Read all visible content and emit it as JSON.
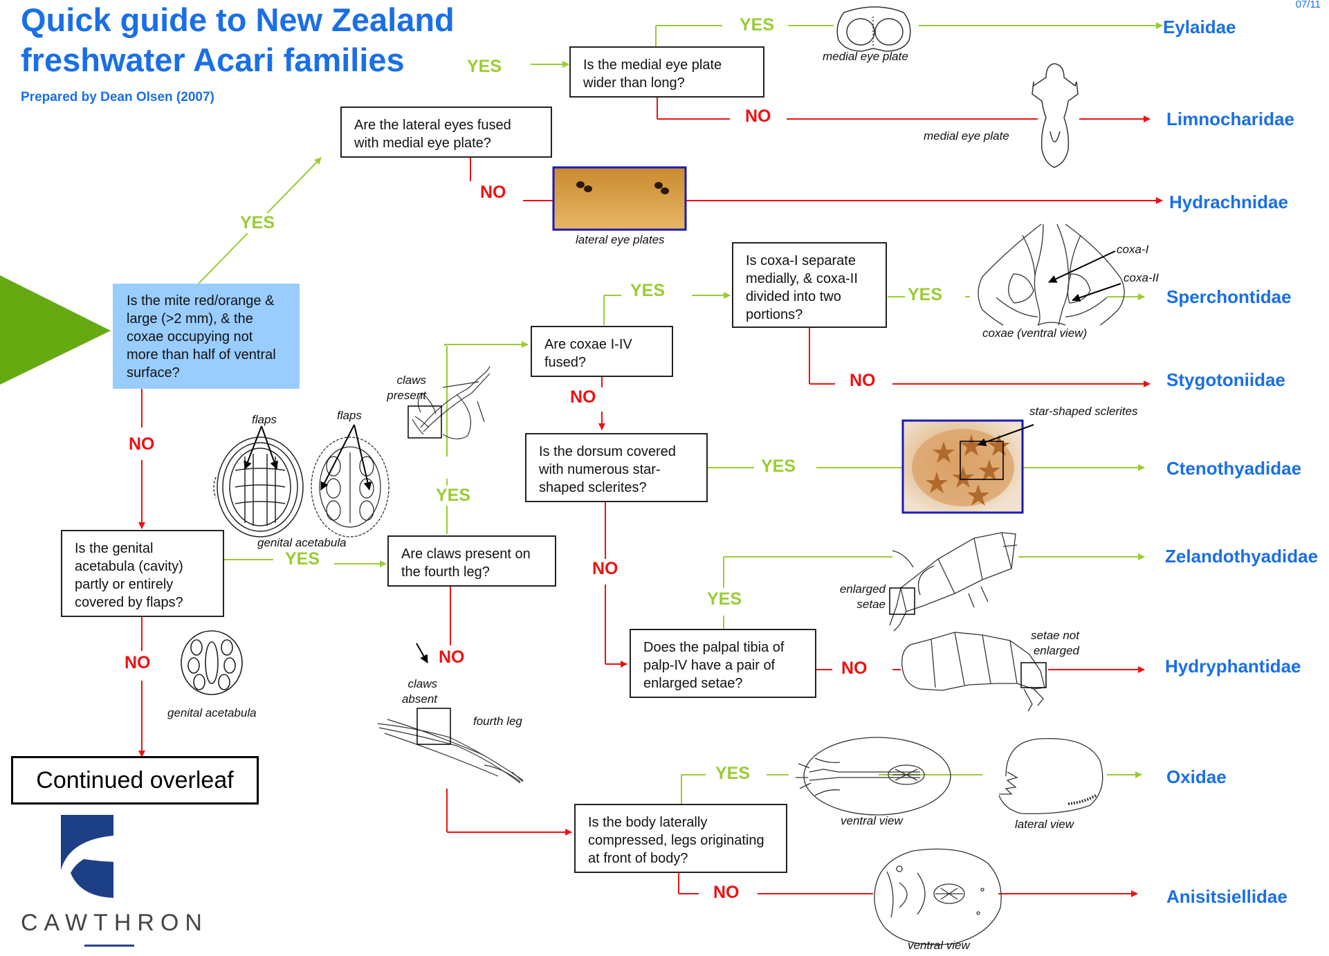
{
  "title_line1": "Quick guide to New Zealand",
  "title_line2": "freshwater Acari families",
  "subtitle": "Prepared by Dean Olsen (2007)",
  "page_number": "07/11",
  "colors": {
    "blue": "#1a6fe6",
    "yes": "#99cc33",
    "no": "#ee1111",
    "start_box": "#99ccff",
    "start_arrow": "#66aa11"
  },
  "questions": {
    "q_start": "Is the mite red/orange & large (>2 mm), & the coxae occupying not more than half of ventral surface?",
    "q_lateral_eyes": "Are the lateral eyes fused with medial eye plate?",
    "q_medial_plate": "Is the medial eye plate wider than long?",
    "q_coxa_separate": "Is coxa-I separate medially, & coxa-II divided into two portions?",
    "q_coxae_fused": "Are coxae I-IV fused?",
    "q_dorsum": "Is the dorsum covered with numerous star-shaped sclerites?",
    "q_genital": "Is the genital acetabula (cavity) partly or entirely covered by flaps?",
    "q_claws": "Are claws present on the fourth leg?",
    "q_palpal": "Does the palpal tibia of palp-IV have a pair of enlarged setae?",
    "q_body": "Is the body laterally compressed, legs originating at front of body?"
  },
  "yes_label": "YES",
  "no_label": "NO",
  "families": {
    "eylaidae": "Eylaidae",
    "limnocharidae": "Limnocharidae",
    "hydrachnidae": "Hydrachnidae",
    "sperchontidae": "Sperchontidae",
    "stygotoniidae": "Stygotoniidae",
    "ctenothyadidae": "Ctenothyadidae",
    "zelandothyadidae": "Zelandothyadidae",
    "hydryphantidae": "Hydryphantidae",
    "oxidae": "Oxidae",
    "anisitsiellidae": "Anisitsiellidae"
  },
  "captions": {
    "medial_eye_plate_1": "medial eye plate",
    "medial_eye_plate_2": "medial eye plate",
    "lateral_eye_plates": "lateral eye plates",
    "coxa_i": "coxa-I",
    "coxa_ii": "coxa-II",
    "coxae_ventral": "coxae (ventral view)",
    "claws_present": "claws present",
    "flaps_1": "flaps",
    "flaps_2": "flaps",
    "genital_acetabula_1": "genital acetabula",
    "genital_acetabula_2": "genital acetabula",
    "star_shaped": "star-shaped sclerites",
    "enlarged_setae": "enlarged setae",
    "setae_not_enlarged": "setae not enlarged",
    "claws_absent": "claws absent",
    "fourth_leg": "fourth leg",
    "ventral_view_1": "ventral view",
    "lateral_view": "lateral view",
    "ventral_view_2": "ventral view"
  },
  "continued": "Continued overleaf",
  "logo": "CAWTHRON"
}
